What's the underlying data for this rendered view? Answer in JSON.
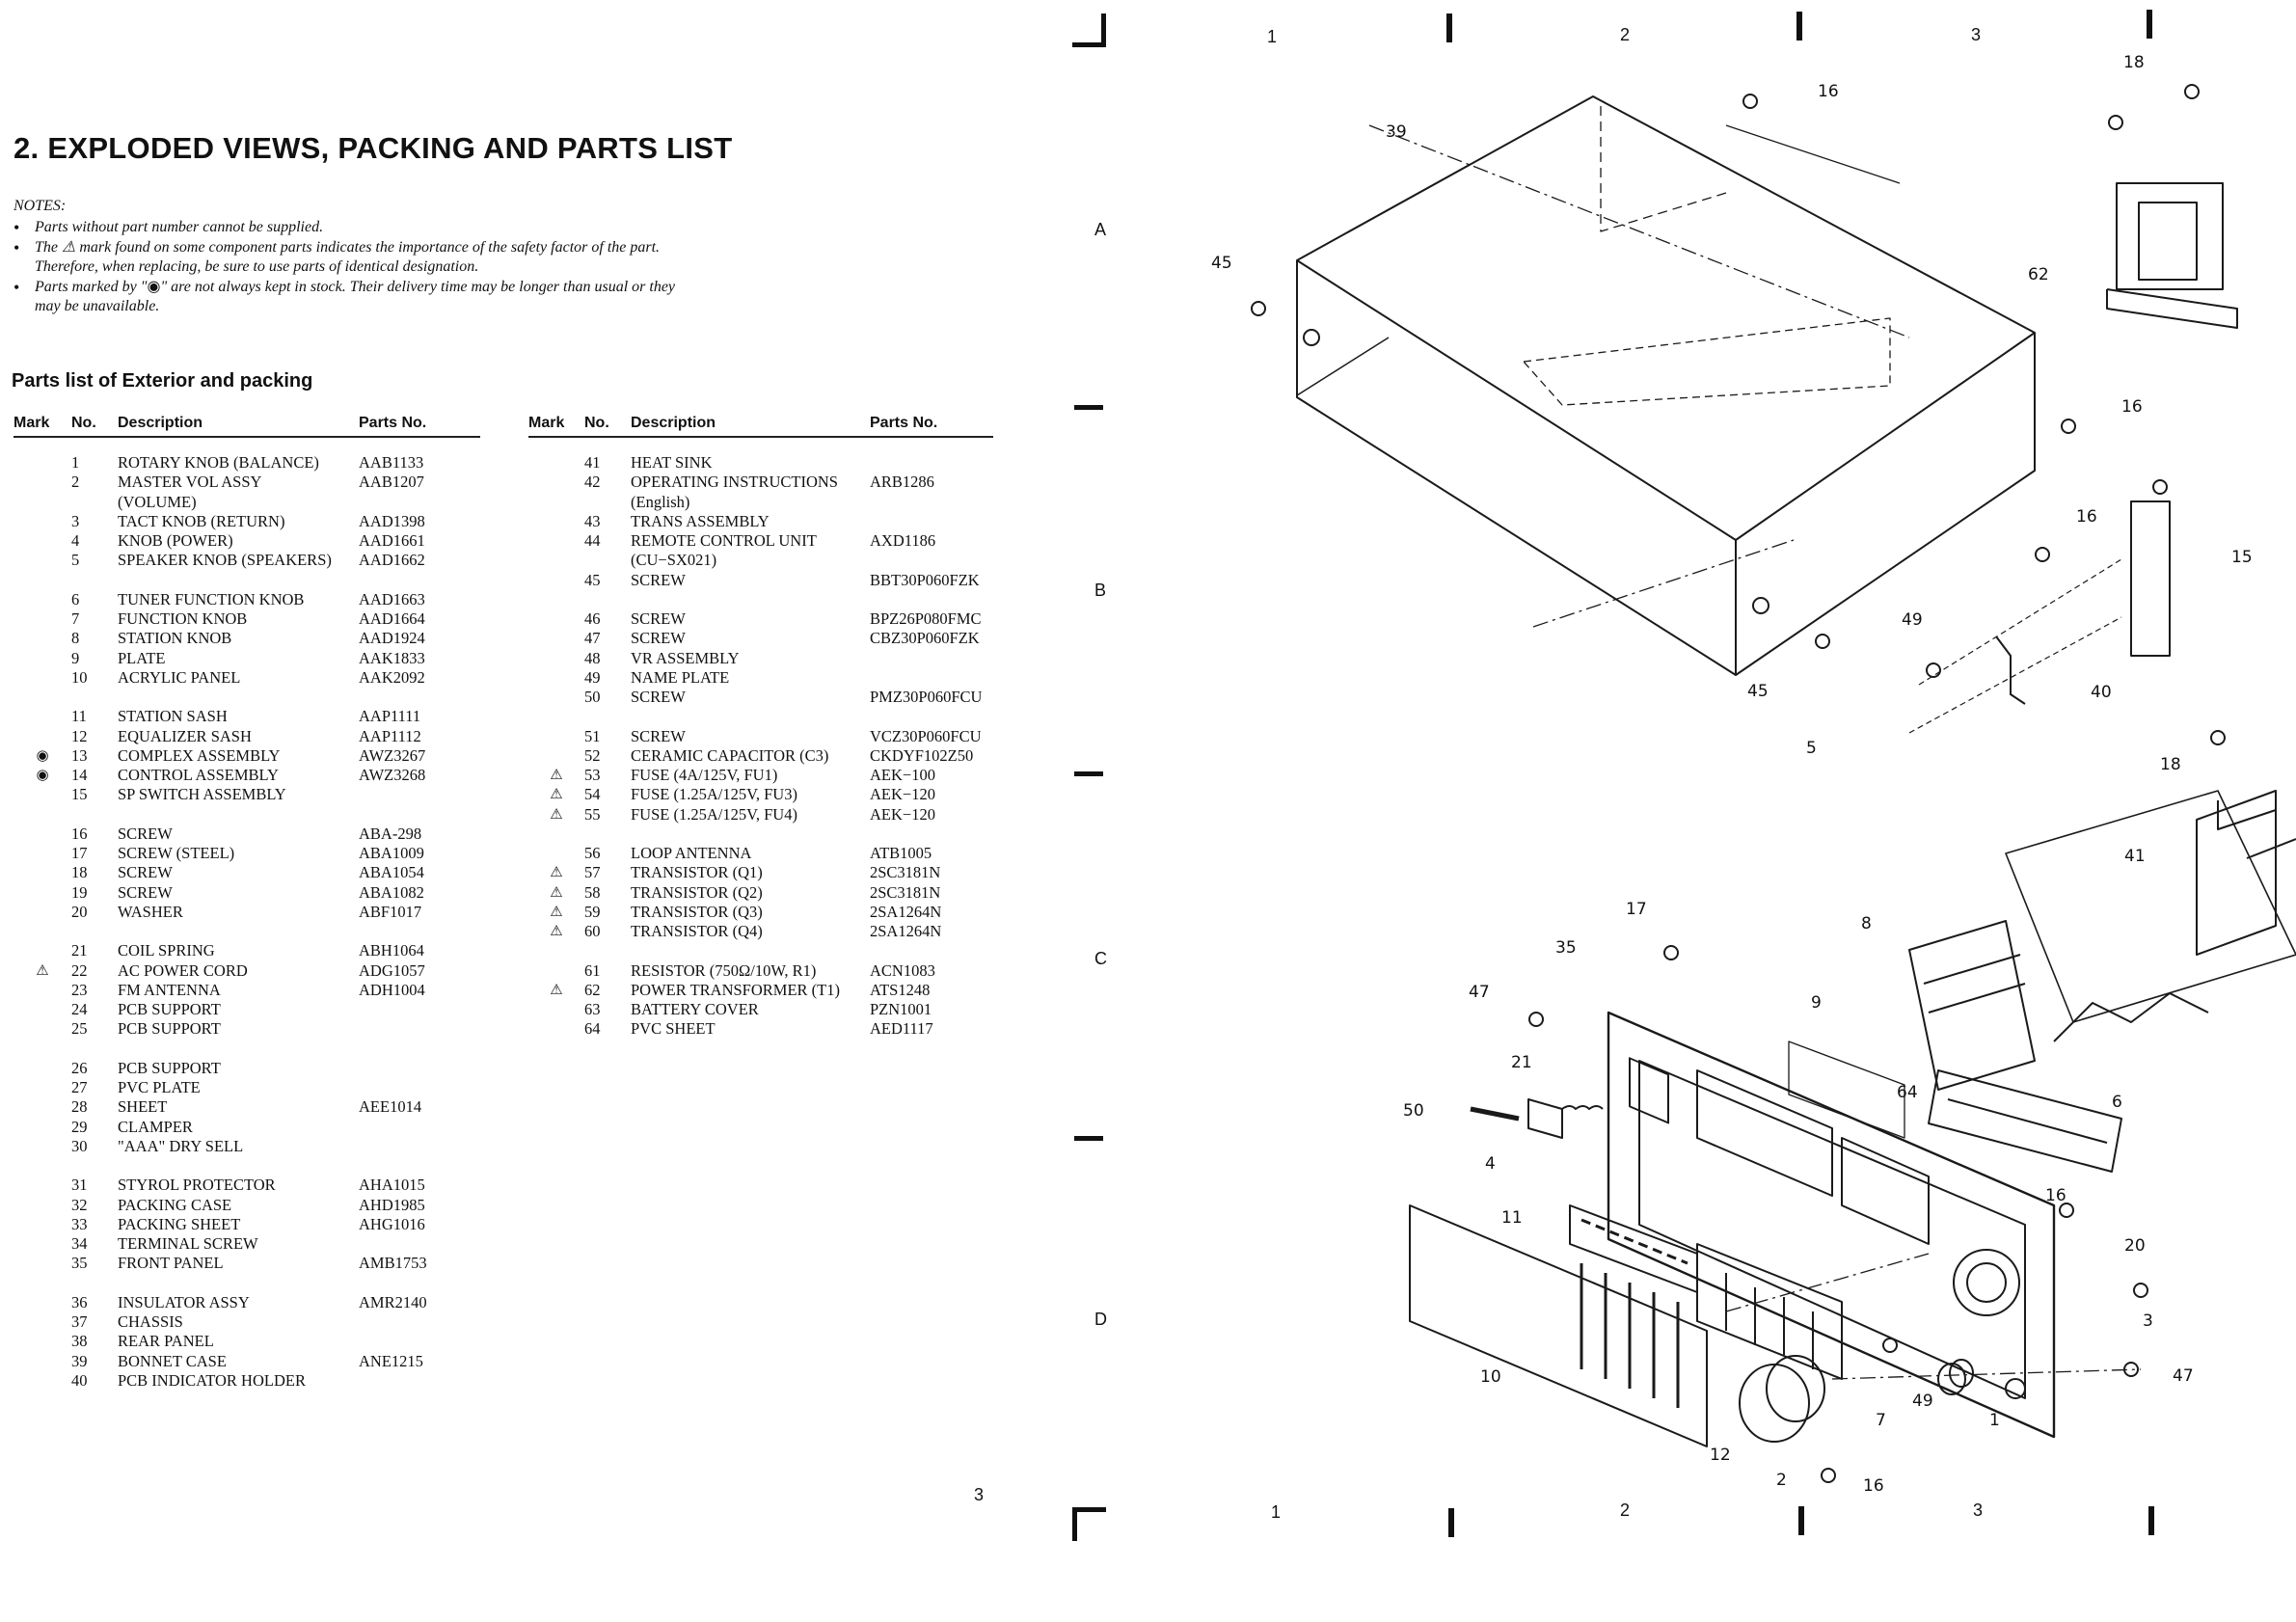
{
  "page": {
    "heading": "2. EXPLODED VIEWS, PACKING AND PARTS LIST",
    "notes_title": "NOTES:",
    "notes": [
      "Parts without part number cannot be supplied.",
      "The ⚠ mark found on some component parts indicates the importance of the safety factor of the part. Therefore, when replacing, be sure to use parts of identical designation.",
      "Parts marked by \"◉\" are not always kept in stock. Their delivery time may be longer than usual or they may be unavailable."
    ],
    "subheading": "Parts list of Exterior and packing",
    "columns": {
      "mark": "Mark",
      "no": "No.",
      "description": "Description",
      "parts_no": "Parts No."
    },
    "page_number": "3"
  },
  "symbols": {
    "safety": "⚠",
    "stock": "◉"
  },
  "parts_left": [
    {
      "mark": "",
      "no": "1",
      "desc": "ROTARY KNOB (BALANCE)",
      "part": "AAB1133"
    },
    {
      "mark": "",
      "no": "2",
      "desc": "MASTER VOL ASSY",
      "part": "AAB1207"
    },
    {
      "mark": "",
      "no": "",
      "desc": "(VOLUME)",
      "part": ""
    },
    {
      "mark": "",
      "no": "3",
      "desc": "TACT KNOB (RETURN)",
      "part": "AAD1398"
    },
    {
      "mark": "",
      "no": "4",
      "desc": "KNOB (POWER)",
      "part": "AAD1661"
    },
    {
      "mark": "",
      "no": "5",
      "desc": "SPEAKER KNOB (SPEAKERS)",
      "part": "AAD1662"
    },
    {
      "gap": true
    },
    {
      "mark": "",
      "no": "6",
      "desc": "TUNER FUNCTION KNOB",
      "part": "AAD1663"
    },
    {
      "mark": "",
      "no": "7",
      "desc": "FUNCTION KNOB",
      "part": "AAD1664"
    },
    {
      "mark": "",
      "no": "8",
      "desc": "STATION KNOB",
      "part": "AAD1924"
    },
    {
      "mark": "",
      "no": "9",
      "desc": "PLATE",
      "part": "AAK1833"
    },
    {
      "mark": "",
      "no": "10",
      "desc": "ACRYLIC PANEL",
      "part": "AAK2092"
    },
    {
      "gap": true
    },
    {
      "mark": "",
      "no": "11",
      "desc": "STATION SASH",
      "part": "AAP1111"
    },
    {
      "mark": "",
      "no": "12",
      "desc": "EQUALIZER SASH",
      "part": "AAP1112"
    },
    {
      "mark": "stock",
      "no": "13",
      "desc": "COMPLEX ASSEMBLY",
      "part": "AWZ3267"
    },
    {
      "mark": "stock",
      "no": "14",
      "desc": "CONTROL ASSEMBLY",
      "part": "AWZ3268"
    },
    {
      "mark": "",
      "no": "15",
      "desc": "SP SWITCH ASSEMBLY",
      "part": ""
    },
    {
      "gap": true
    },
    {
      "mark": "",
      "no": "16",
      "desc": "SCREW",
      "part": "ABA-298"
    },
    {
      "mark": "",
      "no": "17",
      "desc": "SCREW (STEEL)",
      "part": "ABA1009"
    },
    {
      "mark": "",
      "no": "18",
      "desc": "SCREW",
      "part": "ABA1054"
    },
    {
      "mark": "",
      "no": "19",
      "desc": "SCREW",
      "part": "ABA1082"
    },
    {
      "mark": "",
      "no": "20",
      "desc": "WASHER",
      "part": "ABF1017"
    },
    {
      "gap": true
    },
    {
      "mark": "",
      "no": "21",
      "desc": "COIL SPRING",
      "part": "ABH1064"
    },
    {
      "mark": "safety",
      "no": "22",
      "desc": "AC POWER CORD",
      "part": "ADG1057"
    },
    {
      "mark": "",
      "no": "23",
      "desc": "FM ANTENNA",
      "part": "ADH1004"
    },
    {
      "mark": "",
      "no": "24",
      "desc": "PCB SUPPORT",
      "part": ""
    },
    {
      "mark": "",
      "no": "25",
      "desc": "PCB SUPPORT",
      "part": ""
    },
    {
      "gap": true
    },
    {
      "mark": "",
      "no": "26",
      "desc": "PCB SUPPORT",
      "part": ""
    },
    {
      "mark": "",
      "no": "27",
      "desc": "PVC PLATE",
      "part": ""
    },
    {
      "mark": "",
      "no": "28",
      "desc": "SHEET",
      "part": "AEE1014"
    },
    {
      "mark": "",
      "no": "29",
      "desc": "CLAMPER",
      "part": ""
    },
    {
      "mark": "",
      "no": "30",
      "desc": "\"AAA\" DRY SELL",
      "part": ""
    },
    {
      "gap": true
    },
    {
      "mark": "",
      "no": "31",
      "desc": "STYROL PROTECTOR",
      "part": "AHA1015"
    },
    {
      "mark": "",
      "no": "32",
      "desc": "PACKING CASE",
      "part": "AHD1985"
    },
    {
      "mark": "",
      "no": "33",
      "desc": "PACKING SHEET",
      "part": "AHG1016"
    },
    {
      "mark": "",
      "no": "34",
      "desc": "TERMINAL SCREW",
      "part": ""
    },
    {
      "mark": "",
      "no": "35",
      "desc": "FRONT PANEL",
      "part": "AMB1753"
    },
    {
      "gap": true
    },
    {
      "mark": "",
      "no": "36",
      "desc": "INSULATOR ASSY",
      "part": "AMR2140"
    },
    {
      "mark": "",
      "no": "37",
      "desc": "CHASSIS",
      "part": ""
    },
    {
      "mark": "",
      "no": "38",
      "desc": "REAR PANEL",
      "part": ""
    },
    {
      "mark": "",
      "no": "39",
      "desc": "BONNET CASE",
      "part": "ANE1215"
    },
    {
      "mark": "",
      "no": "40",
      "desc": "PCB INDICATOR HOLDER",
      "part": ""
    }
  ],
  "parts_right": [
    {
      "mark": "",
      "no": "41",
      "desc": "HEAT SINK",
      "part": ""
    },
    {
      "mark": "",
      "no": "42",
      "desc": "OPERATING INSTRUCTIONS",
      "part": "ARB1286"
    },
    {
      "mark": "",
      "no": "",
      "desc": "(English)",
      "part": ""
    },
    {
      "mark": "",
      "no": "43",
      "desc": "TRANS ASSEMBLY",
      "part": ""
    },
    {
      "mark": "",
      "no": "44",
      "desc": "REMOTE CONTROL UNIT",
      "part": "AXD1186"
    },
    {
      "mark": "",
      "no": "",
      "desc": "(CU−SX021)",
      "part": ""
    },
    {
      "mark": "",
      "no": "45",
      "desc": "SCREW",
      "part": "BBT30P060FZK"
    },
    {
      "gap": true
    },
    {
      "mark": "",
      "no": "46",
      "desc": "SCREW",
      "part": "BPZ26P080FMC"
    },
    {
      "mark": "",
      "no": "47",
      "desc": "SCREW",
      "part": "CBZ30P060FZK"
    },
    {
      "mark": "",
      "no": "48",
      "desc": "VR ASSEMBLY",
      "part": ""
    },
    {
      "mark": "",
      "no": "49",
      "desc": "NAME PLATE",
      "part": ""
    },
    {
      "mark": "",
      "no": "50",
      "desc": "SCREW",
      "part": "PMZ30P060FCU"
    },
    {
      "gap": true
    },
    {
      "mark": "",
      "no": "51",
      "desc": "SCREW",
      "part": "VCZ30P060FCU"
    },
    {
      "mark": "",
      "no": "52",
      "desc": "CERAMIC CAPACITOR (C3)",
      "part": "CKDYF102Z50"
    },
    {
      "mark": "safety",
      "no": "53",
      "desc": "FUSE (4A/125V, FU1)",
      "part": "AEK−100"
    },
    {
      "mark": "safety",
      "no": "54",
      "desc": "FUSE (1.25A/125V, FU3)",
      "part": "AEK−120"
    },
    {
      "mark": "safety",
      "no": "55",
      "desc": "FUSE (1.25A/125V, FU4)",
      "part": "AEK−120"
    },
    {
      "gap": true
    },
    {
      "mark": "",
      "no": "56",
      "desc": "LOOP ANTENNA",
      "part": "ATB1005"
    },
    {
      "mark": "safety",
      "no": "57",
      "desc": "TRANSISTOR (Q1)",
      "part": "2SC3181N"
    },
    {
      "mark": "safety",
      "no": "58",
      "desc": "TRANSISTOR (Q2)",
      "part": "2SC3181N"
    },
    {
      "mark": "safety",
      "no": "59",
      "desc": "TRANSISTOR (Q3)",
      "part": "2SA1264N"
    },
    {
      "mark": "safety",
      "no": "60",
      "desc": "TRANSISTOR (Q4)",
      "part": "2SA1264N"
    },
    {
      "gap": true
    },
    {
      "mark": "",
      "no": "61",
      "desc": "RESISTOR (750Ω/10W, R1)",
      "part": "ACN1083"
    },
    {
      "mark": "safety",
      "no": "62",
      "desc": "POWER TRANSFORMER (T1)",
      "part": "ATS1248"
    },
    {
      "mark": "",
      "no": "63",
      "desc": "BATTERY COVER",
      "part": "PZN1001"
    },
    {
      "mark": "",
      "no": "64",
      "desc": "PVC SHEET",
      "part": "AED1117"
    }
  ],
  "grid": {
    "columns": [
      "1",
      "2",
      "3"
    ],
    "rows": [
      "A",
      "B",
      "C",
      "D"
    ]
  },
  "callouts": [
    "1",
    "2",
    "3",
    "4",
    "5",
    "6",
    "7",
    "8",
    "9",
    "10",
    "11",
    "12",
    "15",
    "16",
    "17",
    "18",
    "20",
    "21",
    "35",
    "39",
    "40",
    "41",
    "45",
    "47",
    "49",
    "50",
    "62",
    "64"
  ]
}
